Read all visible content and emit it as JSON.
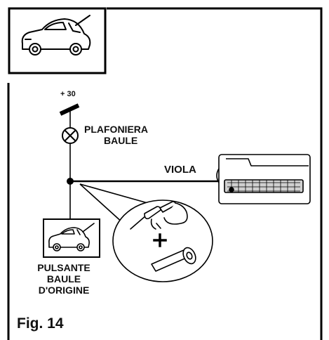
{
  "diagram": {
    "supply_label": "+ 30",
    "lamp_label_line1": "PLAFONIERA",
    "lamp_label_line2": "BAULE",
    "wire_label": "VIOLA",
    "button_label_line1": "PULSANTE",
    "button_label_line2": "BAULE",
    "button_label_line3": "D'ORIGINE",
    "figure_label": "Fig. 14",
    "icons": [
      "car-trunk-open-icon",
      "lamp-symbol-icon",
      "alarm-module-icon",
      "soldering-iron-icon",
      "insulating-tape-icon",
      "plus-sign-icon"
    ]
  }
}
